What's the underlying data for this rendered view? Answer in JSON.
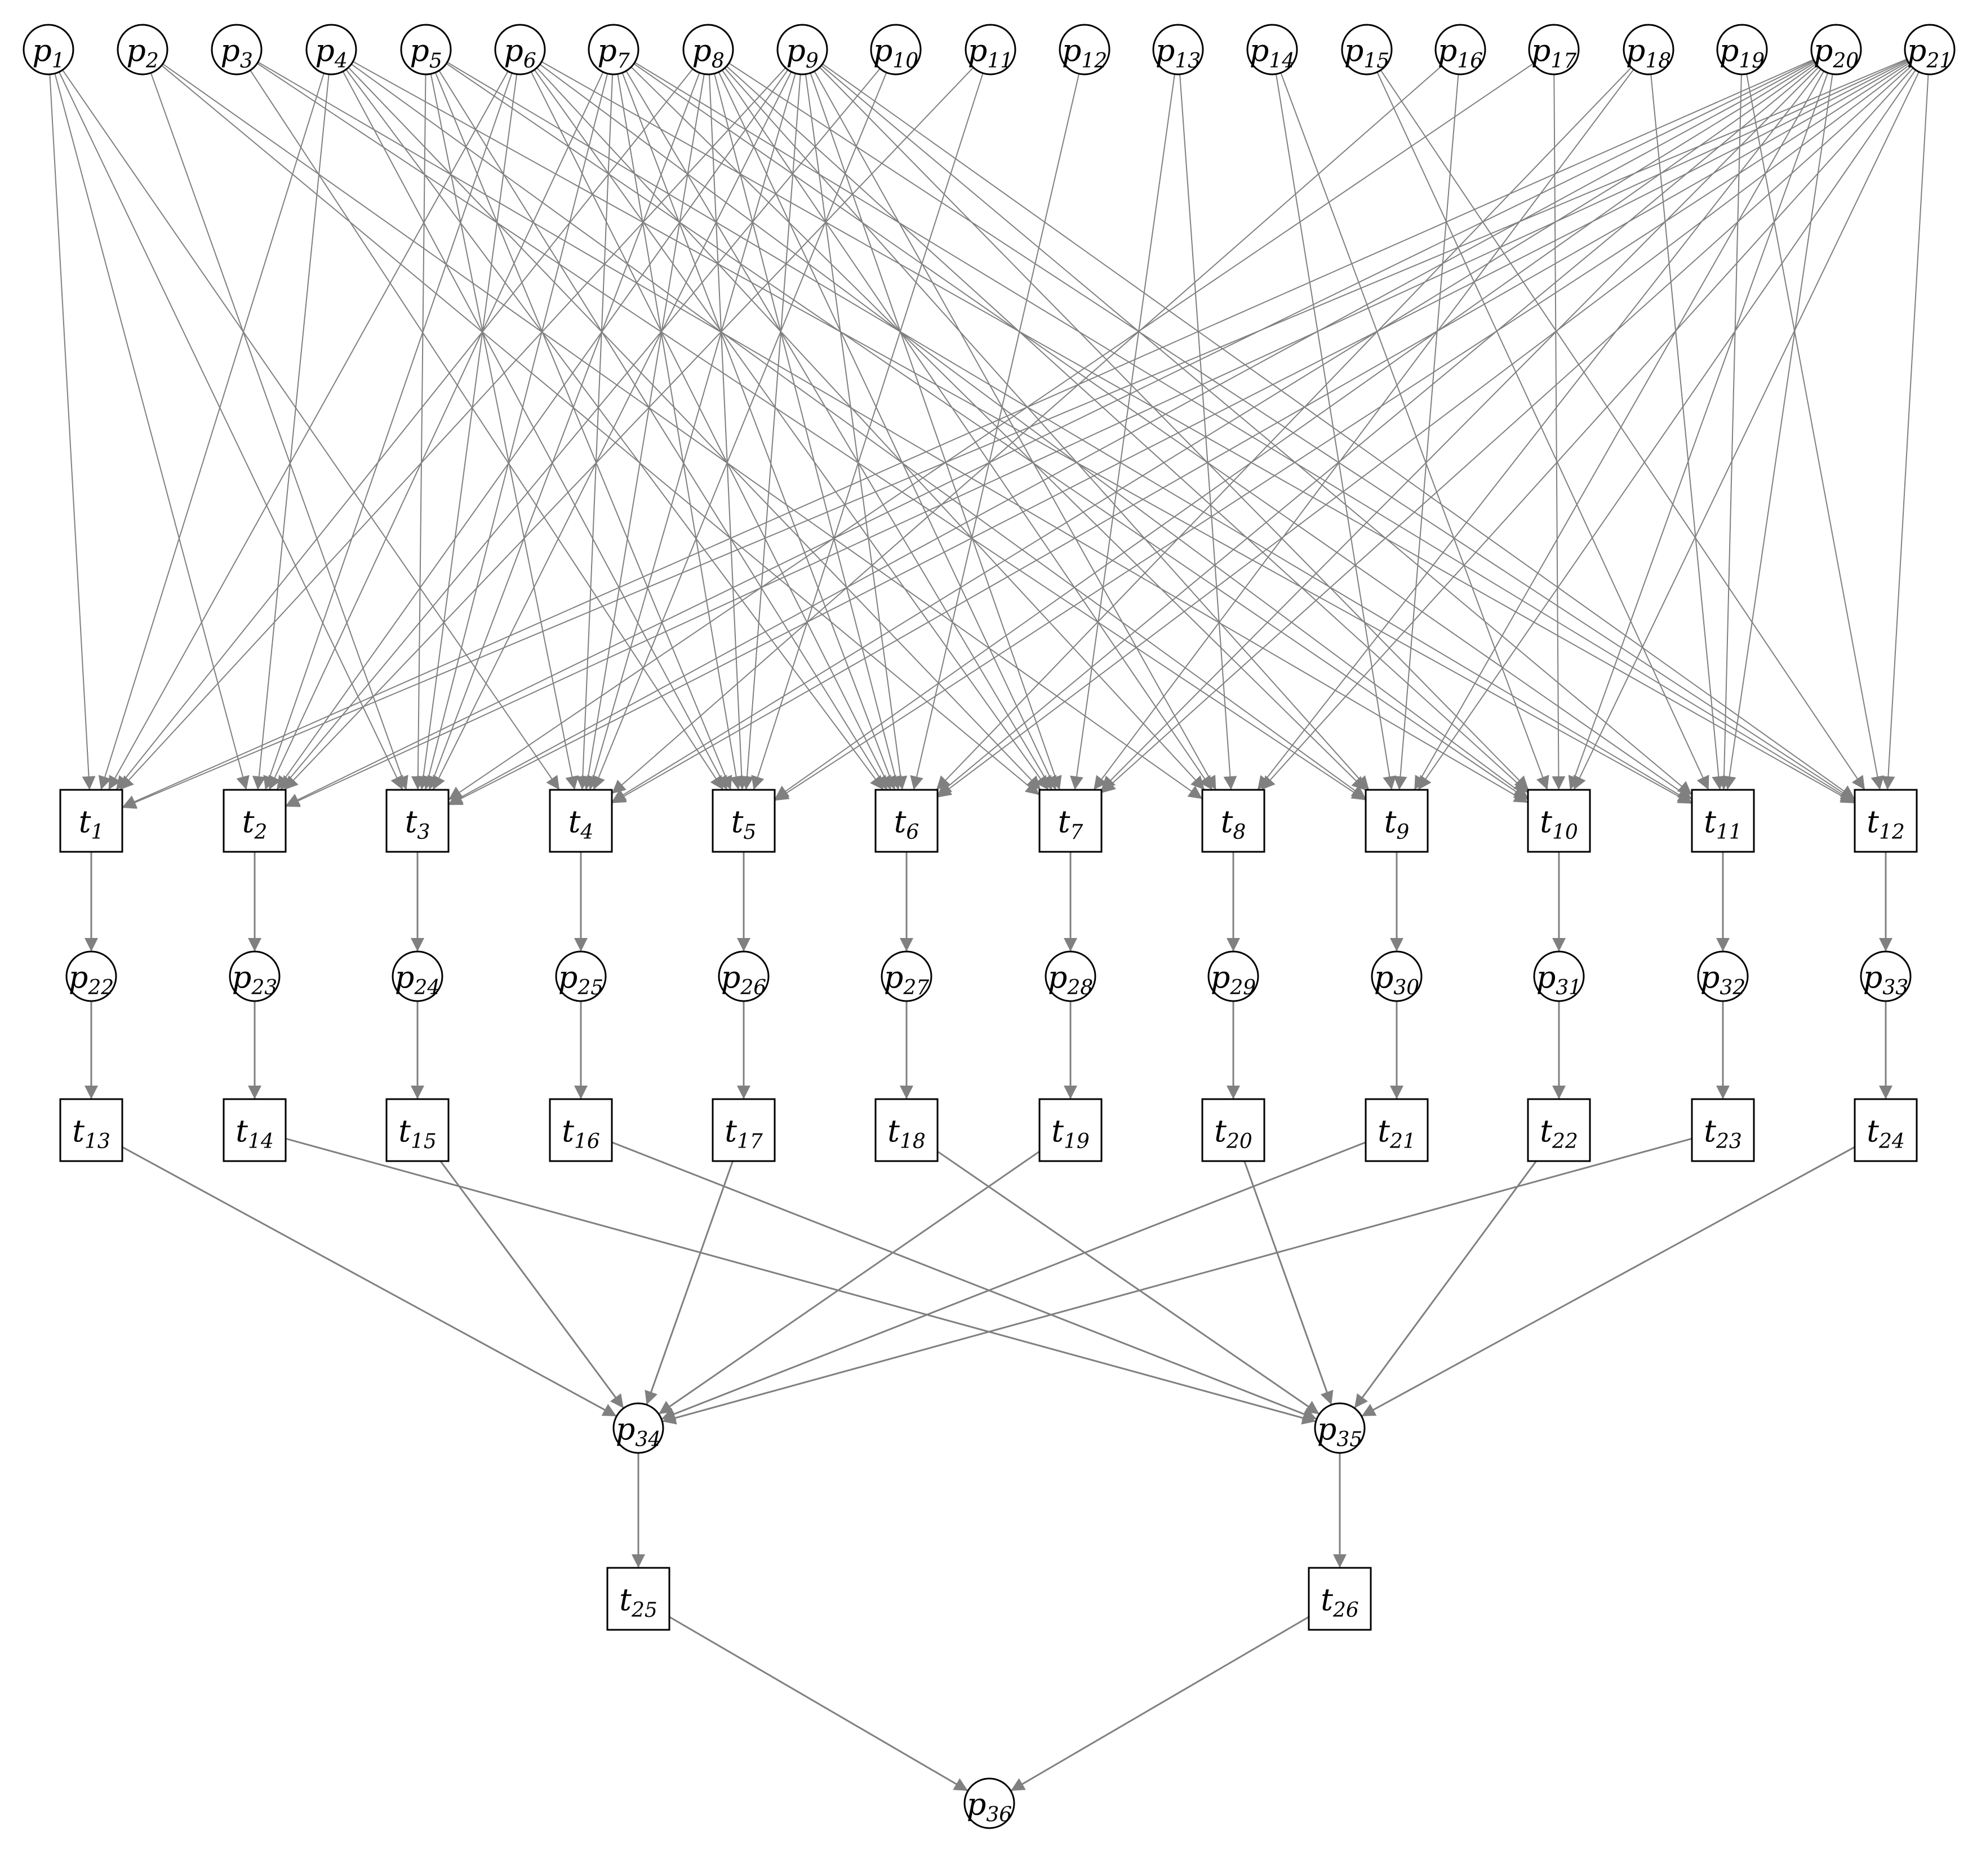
{
  "places": {
    "p1": {
      "label": "p",
      "sub": "1"
    },
    "p2": {
      "label": "p",
      "sub": "2"
    },
    "p3": {
      "label": "p",
      "sub": "3"
    },
    "p4": {
      "label": "p",
      "sub": "4"
    },
    "p5": {
      "label": "p",
      "sub": "5"
    },
    "p6": {
      "label": "p",
      "sub": "6"
    },
    "p7": {
      "label": "p",
      "sub": "7"
    },
    "p8": {
      "label": "p",
      "sub": "8"
    },
    "p9": {
      "label": "p",
      "sub": "9"
    },
    "p10": {
      "label": "p",
      "sub": "10"
    },
    "p11": {
      "label": "p",
      "sub": "11"
    },
    "p12": {
      "label": "p",
      "sub": "12"
    },
    "p13": {
      "label": "p",
      "sub": "13"
    },
    "p14": {
      "label": "p",
      "sub": "14"
    },
    "p15": {
      "label": "p",
      "sub": "15"
    },
    "p16": {
      "label": "p",
      "sub": "16"
    },
    "p17": {
      "label": "p",
      "sub": "17"
    },
    "p18": {
      "label": "p",
      "sub": "18"
    },
    "p19": {
      "label": "p",
      "sub": "19"
    },
    "p20": {
      "label": "p",
      "sub": "20"
    },
    "p21": {
      "label": "p",
      "sub": "21"
    },
    "p22": {
      "label": "p",
      "sub": "22"
    },
    "p23": {
      "label": "p",
      "sub": "23"
    },
    "p24": {
      "label": "p",
      "sub": "24"
    },
    "p25": {
      "label": "p",
      "sub": "25"
    },
    "p26": {
      "label": "p",
      "sub": "26"
    },
    "p27": {
      "label": "p",
      "sub": "27"
    },
    "p28": {
      "label": "p",
      "sub": "28"
    },
    "p29": {
      "label": "p",
      "sub": "29"
    },
    "p30": {
      "label": "p",
      "sub": "30"
    },
    "p31": {
      "label": "p",
      "sub": "31"
    },
    "p32": {
      "label": "p",
      "sub": "32"
    },
    "p33": {
      "label": "p",
      "sub": "33"
    },
    "p34": {
      "label": "p",
      "sub": "34"
    },
    "p35": {
      "label": "p",
      "sub": "35"
    },
    "p36": {
      "label": "p",
      "sub": "36"
    }
  },
  "transitions": {
    "t1": {
      "label": "t",
      "sub": "1"
    },
    "t2": {
      "label": "t",
      "sub": "2"
    },
    "t3": {
      "label": "t",
      "sub": "3"
    },
    "t4": {
      "label": "t",
      "sub": "4"
    },
    "t5": {
      "label": "t",
      "sub": "5"
    },
    "t6": {
      "label": "t",
      "sub": "6"
    },
    "t7": {
      "label": "t",
      "sub": "7"
    },
    "t8": {
      "label": "t",
      "sub": "8"
    },
    "t9": {
      "label": "t",
      "sub": "9"
    },
    "t10": {
      "label": "t",
      "sub": "10"
    },
    "t11": {
      "label": "t",
      "sub": "11"
    },
    "t12": {
      "label": "t",
      "sub": "12"
    },
    "t13": {
      "label": "t",
      "sub": "13"
    },
    "t14": {
      "label": "t",
      "sub": "14"
    },
    "t15": {
      "label": "t",
      "sub": "15"
    },
    "t16": {
      "label": "t",
      "sub": "16"
    },
    "t17": {
      "label": "t",
      "sub": "17"
    },
    "t18": {
      "label": "t",
      "sub": "18"
    },
    "t19": {
      "label": "t",
      "sub": "19"
    },
    "t20": {
      "label": "t",
      "sub": "20"
    },
    "t21": {
      "label": "t",
      "sub": "21"
    },
    "t22": {
      "label": "t",
      "sub": "22"
    },
    "t23": {
      "label": "t",
      "sub": "23"
    },
    "t24": {
      "label": "t",
      "sub": "24"
    },
    "t25": {
      "label": "t",
      "sub": "25"
    },
    "t26": {
      "label": "t",
      "sub": "26"
    }
  },
  "arcs": [
    [
      "p1",
      "t1"
    ],
    [
      "p1",
      "t2"
    ],
    [
      "p1",
      "t3"
    ],
    [
      "p1",
      "t4"
    ],
    [
      "p2",
      "t3"
    ],
    [
      "p2",
      "t7"
    ],
    [
      "p2",
      "t8"
    ],
    [
      "p3",
      "t5"
    ],
    [
      "p3",
      "t9"
    ],
    [
      "p3",
      "t10"
    ],
    [
      "p4",
      "t1"
    ],
    [
      "p4",
      "t2"
    ],
    [
      "p4",
      "t5"
    ],
    [
      "p4",
      "t6"
    ],
    [
      "p4",
      "t7"
    ],
    [
      "p4",
      "t9"
    ],
    [
      "p4",
      "t11"
    ],
    [
      "p5",
      "t3"
    ],
    [
      "p5",
      "t4"
    ],
    [
      "p5",
      "t5"
    ],
    [
      "p5",
      "t6"
    ],
    [
      "p5",
      "t10"
    ],
    [
      "p5",
      "t11"
    ],
    [
      "p6",
      "t1"
    ],
    [
      "p6",
      "t2"
    ],
    [
      "p6",
      "t3"
    ],
    [
      "p6",
      "t6"
    ],
    [
      "p6",
      "t7"
    ],
    [
      "p6",
      "t8"
    ],
    [
      "p6",
      "t10"
    ],
    [
      "p6",
      "t12"
    ],
    [
      "p7",
      "t2"
    ],
    [
      "p7",
      "t3"
    ],
    [
      "p7",
      "t4"
    ],
    [
      "p7",
      "t5"
    ],
    [
      "p7",
      "t6"
    ],
    [
      "p7",
      "t7"
    ],
    [
      "p7",
      "t9"
    ],
    [
      "p7",
      "t11"
    ],
    [
      "p7",
      "t12"
    ],
    [
      "p8",
      "t1"
    ],
    [
      "p8",
      "t3"
    ],
    [
      "p8",
      "t4"
    ],
    [
      "p8",
      "t5"
    ],
    [
      "p8",
      "t6"
    ],
    [
      "p8",
      "t7"
    ],
    [
      "p8",
      "t8"
    ],
    [
      "p8",
      "t9"
    ],
    [
      "p8",
      "t10"
    ],
    [
      "p8",
      "t12"
    ],
    [
      "p9",
      "t1"
    ],
    [
      "p9",
      "t2"
    ],
    [
      "p9",
      "t3"
    ],
    [
      "p9",
      "t4"
    ],
    [
      "p9",
      "t5"
    ],
    [
      "p9",
      "t6"
    ],
    [
      "p9",
      "t7"
    ],
    [
      "p9",
      "t8"
    ],
    [
      "p9",
      "t10"
    ],
    [
      "p9",
      "t11"
    ],
    [
      "p9",
      "t12"
    ],
    [
      "p10",
      "t2"
    ],
    [
      "p10",
      "t4"
    ],
    [
      "p11",
      "t2"
    ],
    [
      "p11",
      "t5"
    ],
    [
      "p12",
      "t6"
    ],
    [
      "p13",
      "t7"
    ],
    [
      "p13",
      "t8"
    ],
    [
      "p14",
      "t9"
    ],
    [
      "p14",
      "t10"
    ],
    [
      "p15",
      "t11"
    ],
    [
      "p15",
      "t12"
    ],
    [
      "p16",
      "t4"
    ],
    [
      "p16",
      "t9"
    ],
    [
      "p17",
      "t3"
    ],
    [
      "p17",
      "t10"
    ],
    [
      "p18",
      "t6"
    ],
    [
      "p18",
      "t7"
    ],
    [
      "p18",
      "t11"
    ],
    [
      "p19",
      "t11"
    ],
    [
      "p19",
      "t12"
    ],
    [
      "p20",
      "t1"
    ],
    [
      "p20",
      "t2"
    ],
    [
      "p20",
      "t3"
    ],
    [
      "p20",
      "t4"
    ],
    [
      "p20",
      "t5"
    ],
    [
      "p20",
      "t6"
    ],
    [
      "p20",
      "t7"
    ],
    [
      "p20",
      "t8"
    ],
    [
      "p20",
      "t9"
    ],
    [
      "p20",
      "t10"
    ],
    [
      "p20",
      "t11"
    ],
    [
      "p21",
      "t1"
    ],
    [
      "p21",
      "t2"
    ],
    [
      "p21",
      "t3"
    ],
    [
      "p21",
      "t4"
    ],
    [
      "p21",
      "t5"
    ],
    [
      "p21",
      "t6"
    ],
    [
      "p21",
      "t7"
    ],
    [
      "p21",
      "t8"
    ],
    [
      "p21",
      "t9"
    ],
    [
      "p21",
      "t10"
    ],
    [
      "p21",
      "t12"
    ],
    [
      "t1",
      "p22"
    ],
    [
      "t2",
      "p23"
    ],
    [
      "t3",
      "p24"
    ],
    [
      "t4",
      "p25"
    ],
    [
      "t5",
      "p26"
    ],
    [
      "t6",
      "p27"
    ],
    [
      "t7",
      "p28"
    ],
    [
      "t8",
      "p29"
    ],
    [
      "t9",
      "p30"
    ],
    [
      "t10",
      "p31"
    ],
    [
      "t11",
      "p32"
    ],
    [
      "t12",
      "p33"
    ],
    [
      "p22",
      "t13"
    ],
    [
      "p23",
      "t14"
    ],
    [
      "p24",
      "t15"
    ],
    [
      "p25",
      "t16"
    ],
    [
      "p26",
      "t17"
    ],
    [
      "p27",
      "t18"
    ],
    [
      "p28",
      "t19"
    ],
    [
      "p29",
      "t20"
    ],
    [
      "p30",
      "t21"
    ],
    [
      "p31",
      "t22"
    ],
    [
      "p32",
      "t23"
    ],
    [
      "p33",
      "t24"
    ],
    [
      "t13",
      "p34"
    ],
    [
      "t15",
      "p34"
    ],
    [
      "t17",
      "p34"
    ],
    [
      "t19",
      "p34"
    ],
    [
      "t21",
      "p34"
    ],
    [
      "t23",
      "p34"
    ],
    [
      "t14",
      "p35"
    ],
    [
      "t16",
      "p35"
    ],
    [
      "t18",
      "p35"
    ],
    [
      "t20",
      "p35"
    ],
    [
      "t22",
      "p35"
    ],
    [
      "t24",
      "p35"
    ],
    [
      "p34",
      "t25"
    ],
    [
      "p35",
      "t26"
    ],
    [
      "t25",
      "p36"
    ],
    [
      "t26",
      "p36"
    ]
  ]
}
